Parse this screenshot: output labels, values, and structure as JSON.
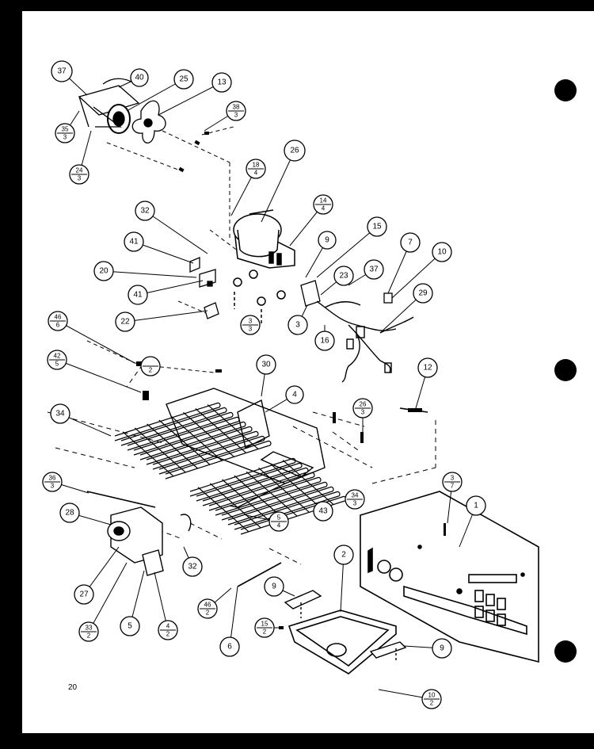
{
  "page_number": "20",
  "callouts": [
    {
      "id": "c37a",
      "label": "37"
    },
    {
      "id": "c40",
      "label": "40"
    },
    {
      "id": "c25",
      "label": "25"
    },
    {
      "id": "c13",
      "label": "13"
    },
    {
      "id": "c26",
      "label": "26"
    },
    {
      "id": "c32a",
      "label": "32"
    },
    {
      "id": "c41a",
      "label": "41"
    },
    {
      "id": "c20",
      "label": "20"
    },
    {
      "id": "c41b",
      "label": "41"
    },
    {
      "id": "c22",
      "label": "22"
    },
    {
      "id": "c9a",
      "label": "9"
    },
    {
      "id": "c15",
      "label": "15"
    },
    {
      "id": "c7",
      "label": "7"
    },
    {
      "id": "c10",
      "label": "10"
    },
    {
      "id": "c23",
      "label": "23"
    },
    {
      "id": "c37b",
      "label": "37"
    },
    {
      "id": "c29",
      "label": "29"
    },
    {
      "id": "c3",
      "label": "3"
    },
    {
      "id": "c16",
      "label": "16"
    },
    {
      "id": "c30",
      "label": "30"
    },
    {
      "id": "c12",
      "label": "12"
    },
    {
      "id": "c34",
      "label": "34"
    },
    {
      "id": "c4",
      "label": "4"
    },
    {
      "id": "c28",
      "label": "28"
    },
    {
      "id": "c43",
      "label": "43"
    },
    {
      "id": "c1",
      "label": "1"
    },
    {
      "id": "c2",
      "label": "2"
    },
    {
      "id": "c32b",
      "label": "32"
    },
    {
      "id": "c27",
      "label": "27"
    },
    {
      "id": "c5",
      "label": "5"
    },
    {
      "id": "c9b",
      "label": "9"
    },
    {
      "id": "c6",
      "label": "6"
    },
    {
      "id": "c9c",
      "label": "9"
    }
  ],
  "fraction_callouts": [
    {
      "id": "f35",
      "top": "35",
      "bottom": "3"
    },
    {
      "id": "f24",
      "top": "24",
      "bottom": "3"
    },
    {
      "id": "f38",
      "top": "38",
      "bottom": "3"
    },
    {
      "id": "f18",
      "top": "18",
      "bottom": "4"
    },
    {
      "id": "f14",
      "top": "14",
      "bottom": "4"
    },
    {
      "id": "f46a",
      "top": "46",
      "bottom": "6"
    },
    {
      "id": "f42",
      "top": "42",
      "bottom": "5"
    },
    {
      "id": "f3",
      "top": "3",
      "bottom": "3"
    },
    {
      "id": "f2",
      "top": "",
      "bottom": "2"
    },
    {
      "id": "f36",
      "top": "36",
      "bottom": "3"
    },
    {
      "id": "f26",
      "top": "26",
      "bottom": "3"
    },
    {
      "id": "f5",
      "top": "5",
      "bottom": "4"
    },
    {
      "id": "f34",
      "top": "34",
      "bottom": "3"
    },
    {
      "id": "f3b",
      "top": "3",
      "bottom": "7"
    },
    {
      "id": "f46b",
      "top": "46",
      "bottom": "2"
    },
    {
      "id": "f15",
      "top": "15",
      "bottom": "2"
    },
    {
      "id": "f33",
      "top": "33",
      "bottom": "2"
    },
    {
      "id": "f4",
      "top": "4",
      "bottom": "2"
    },
    {
      "id": "f10",
      "top": "10",
      "bottom": "2"
    }
  ]
}
